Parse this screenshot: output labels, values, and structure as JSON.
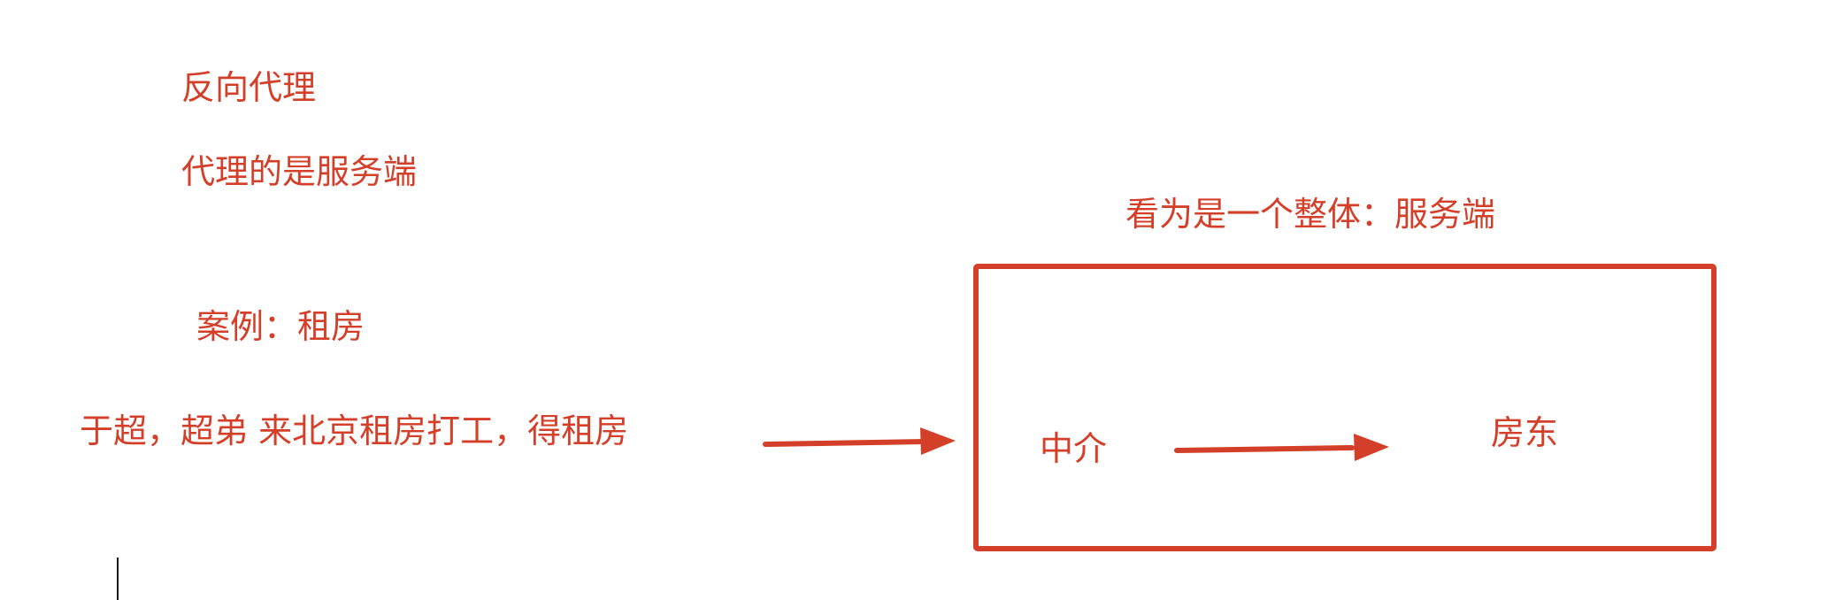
{
  "diagram": {
    "title": "反向代理",
    "subtitle": "代理的是服务端",
    "case_label": "案例：租房",
    "story": "于超，超弟 来北京租房打工，得租房",
    "box_caption": "看为是一个整体：服务端",
    "nodes": {
      "agent": "中介",
      "landlord": "房东"
    }
  },
  "colors": {
    "accent": "#d43f2a",
    "background": "#ffffff",
    "cursor": "#1a1a1a"
  }
}
